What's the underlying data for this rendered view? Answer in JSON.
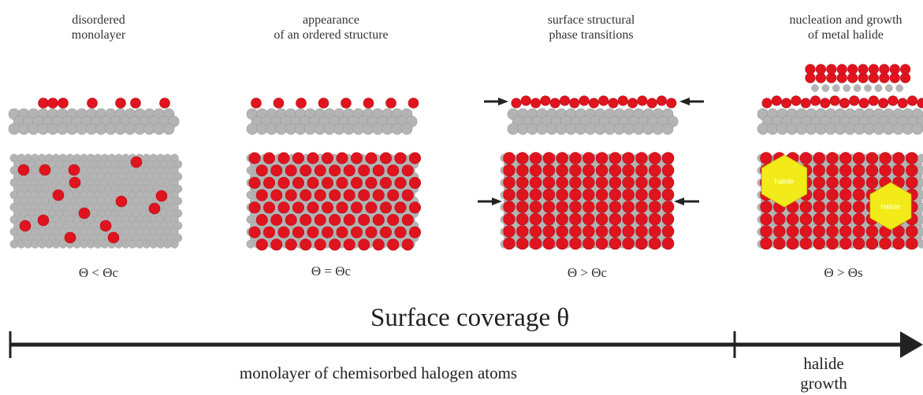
{
  "stages": [
    {
      "title_line1": "disordered",
      "title_line2": "monolayer",
      "condition": "Θ < Θc"
    },
    {
      "title_line1": "appearance",
      "title_line2": "of an ordered structure",
      "condition": "Θ = Θc"
    },
    {
      "title_line1": "surface structural",
      "title_line2": "phase transitions",
      "condition": "Θ > Θc"
    },
    {
      "title_line1": "nucleation and growth",
      "title_line2": "of metal halide",
      "condition": "Θ > Θs"
    }
  ],
  "halide_labels": [
    "halide",
    "halide"
  ],
  "axis": {
    "title": "Surface coverage θ",
    "segment_left": "monolayer of chemisorbed halogen atoms",
    "segment_right_line1": "halide",
    "segment_right_line2": "growth"
  },
  "colors": {
    "halogen_atom": "#e0141e",
    "substrate_atom": "#b4b4b4",
    "halide_island": "#f3ea1a",
    "arrow": "#222222"
  }
}
